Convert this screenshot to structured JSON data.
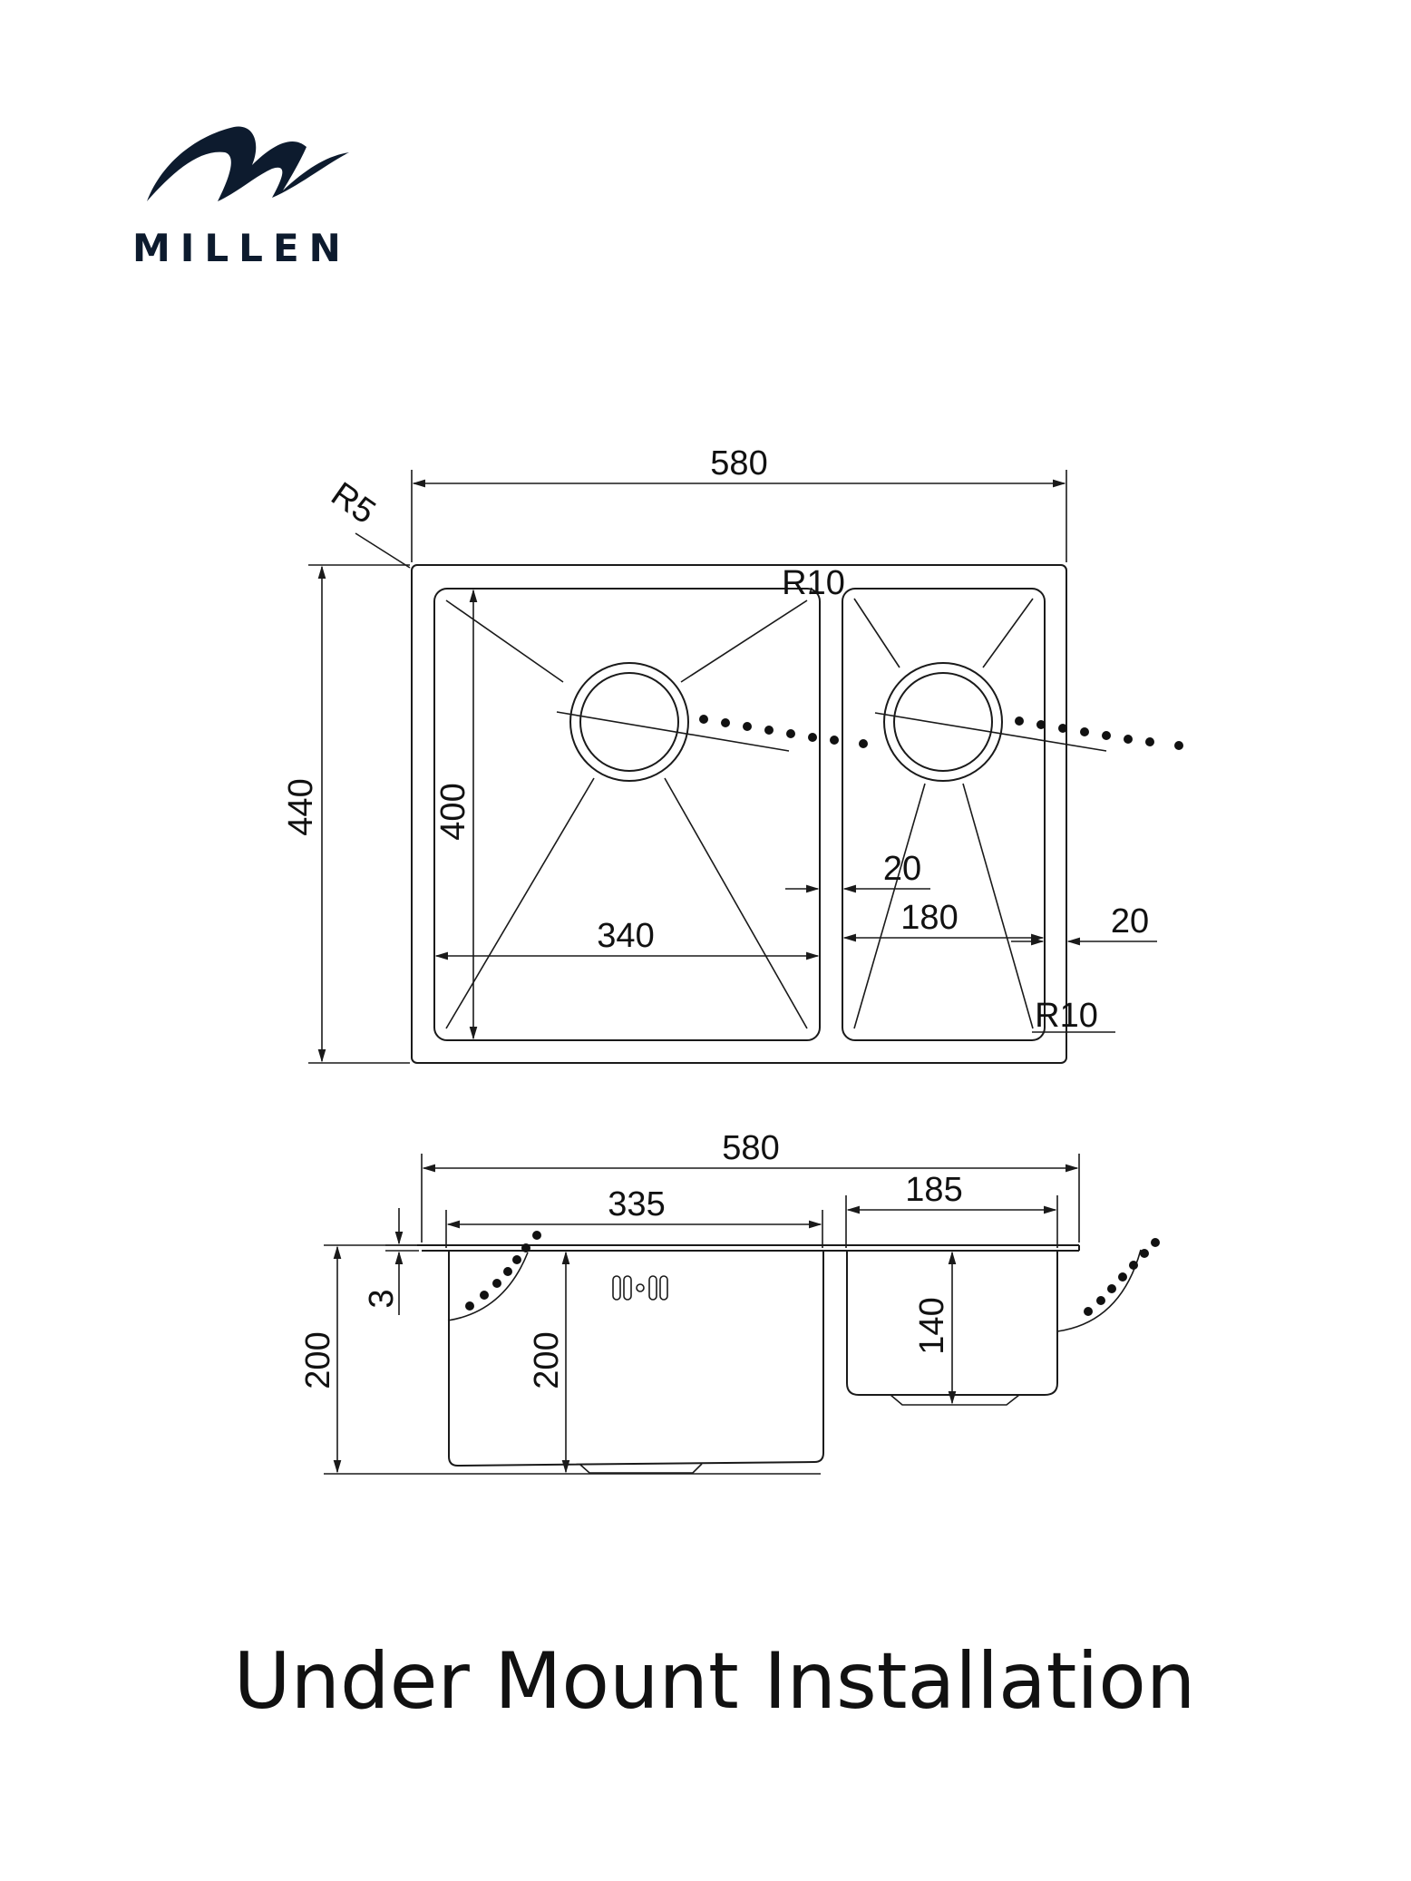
{
  "brand": {
    "name": "MILLEN",
    "color": "#0d1b2e",
    "icon": "millen-wave-logo"
  },
  "caption": "Under Mount Installation",
  "plan_view": {
    "overall_width": "580",
    "overall_depth": "440",
    "corner_radius_outer": "R5",
    "corner_radius_top": "R10",
    "corner_radius_bottom": "R10",
    "main_bowl_width": "340",
    "main_bowl_depth": "400",
    "small_bowl_width": "180",
    "divider_width": "20",
    "side_margin": "20"
  },
  "section_view": {
    "overall_width": "580",
    "main_bowl_width": "335",
    "small_bowl_width": "185",
    "flange_thickness": "3",
    "overall_height": "200",
    "main_bowl_height": "200",
    "small_bowl_height": "140"
  }
}
